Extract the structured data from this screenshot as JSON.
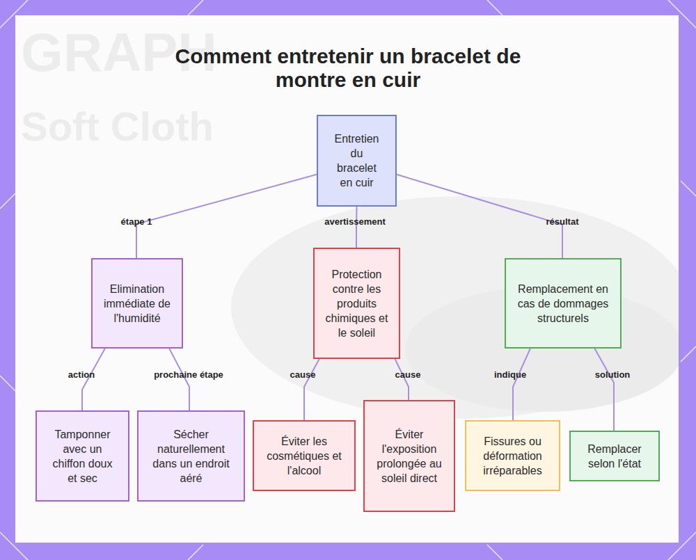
{
  "diagram": {
    "title": "Comment entretenir un bracelet de montre en cuir",
    "nodes": [
      {
        "text": [
          "Entretien du bracelet en cuir"
        ]
      },
      {
        "text": [
          "Elimination immédiate de l'humidité"
        ]
      },
      {
        "text": [
          "Protection contre les produits chimiques et le soleil"
        ]
      },
      {
        "text": [
          "Remplacement en cas de dommages structurels"
        ]
      },
      {
        "text": [
          "Tamponner avec un chiffon doux et sec"
        ]
      },
      {
        "text": [
          "Sécher naturellement dans un endroit aéré"
        ]
      },
      {
        "text": [
          "Éviter les cosmétiques et l'alcool"
        ]
      },
      {
        "text": [
          "Éviter l'exposition prolongée au soleil direct"
        ]
      },
      {
        "text": [
          "Fissures ou déformation irréparables"
        ]
      },
      {
        "text": [
          "Remplacer selon l'état"
        ]
      }
    ],
    "edges": [
      {
        "from": 0,
        "to": 1,
        "label": "étape 1",
        "arrow": "none"
      },
      {
        "from": 0,
        "to": 2,
        "label": "avertissement",
        "arrow": "none"
      },
      {
        "from": 0,
        "to": 3,
        "label": "résultat",
        "arrow": "none"
      },
      {
        "from": 1,
        "to": 4,
        "label": "action",
        "arrow": "none"
      },
      {
        "from": 1,
        "to": 5,
        "label": "prochaine étape",
        "arrow": "none"
      },
      {
        "from": 2,
        "to": 6,
        "label": "cause",
        "arrow": "none"
      },
      {
        "from": 2,
        "to": 7,
        "label": "cause",
        "arrow": "none"
      },
      {
        "from": 3,
        "to": 8,
        "label": "indique",
        "arrow": "none"
      },
      {
        "from": 3,
        "to": 9,
        "label": "solution",
        "arrow": "none"
      }
    ],
    "labels": [
      "GRAPH",
      "Soft Cloth"
    ]
  }
}
